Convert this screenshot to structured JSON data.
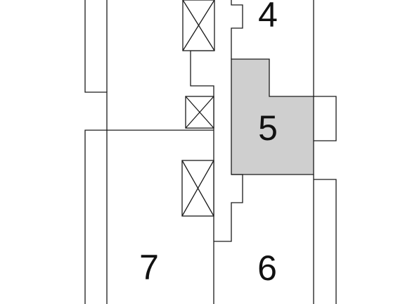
{
  "floor_plan": {
    "units": [
      {
        "id": "4",
        "label": "4",
        "highlighted": false
      },
      {
        "id": "5",
        "label": "5",
        "highlighted": true
      },
      {
        "id": "6",
        "label": "6",
        "highlighted": false
      },
      {
        "id": "7",
        "label": "7",
        "highlighted": false
      }
    ],
    "colors": {
      "highlight_fill": "#cfcfcf",
      "line": "#1a1a1a",
      "background": "#ffffff"
    },
    "shafts": 3
  }
}
